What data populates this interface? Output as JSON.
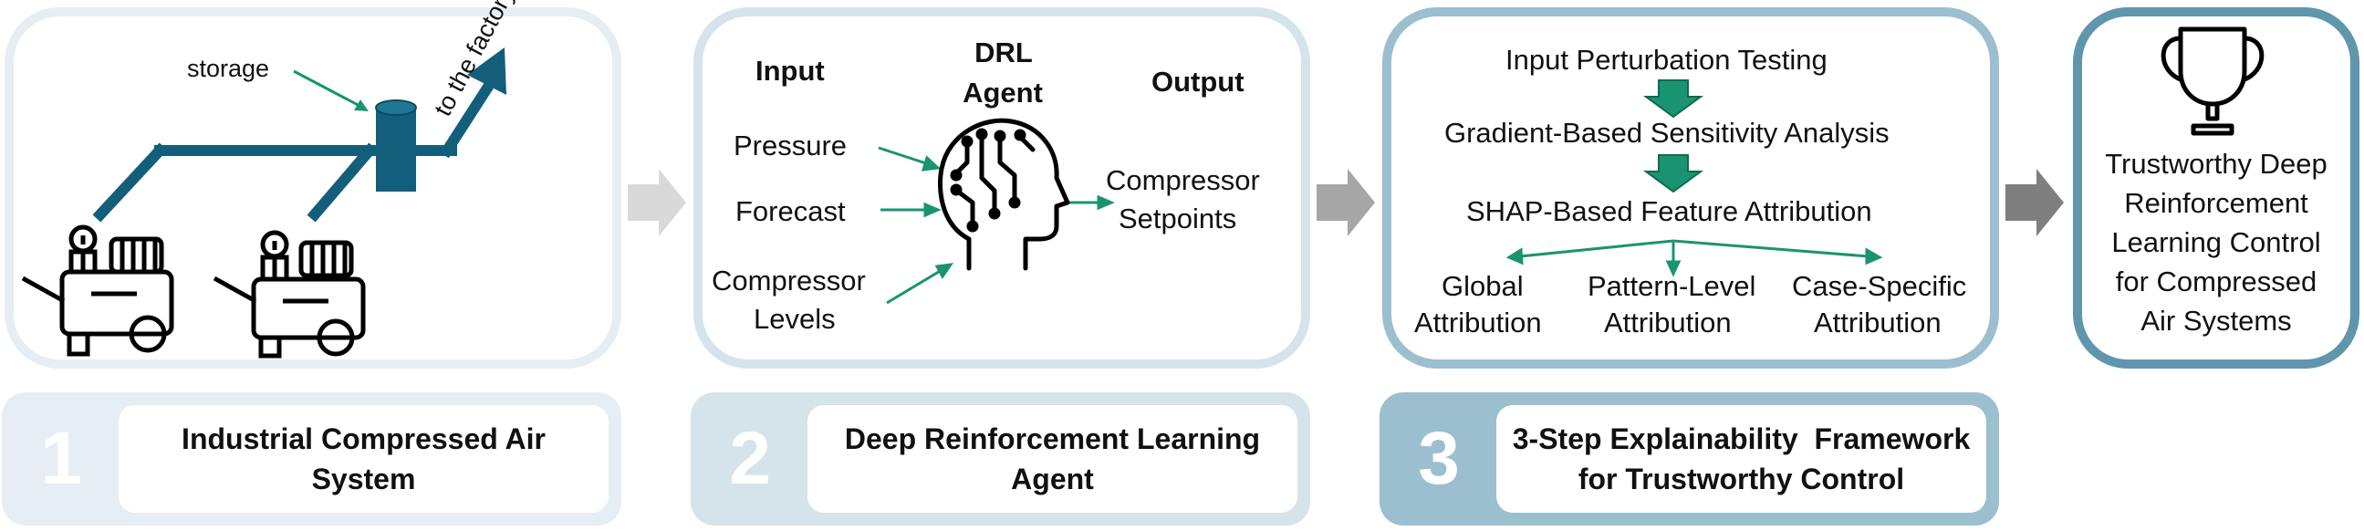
{
  "panel1": {
    "storage_label": "storage",
    "factory_label": "to the factory"
  },
  "panel2": {
    "input_header": "Input",
    "agent_header_line1": "DRL",
    "agent_header_line2": "Agent",
    "output_header": "Output",
    "inputs": [
      "Pressure",
      "Forecast",
      "Compressor",
      "Levels"
    ],
    "outputs": [
      "Compressor",
      "Setpoints"
    ]
  },
  "panel3": {
    "step1": "Input Perturbation Testing",
    "step2": "Gradient-Based Sensitivity Analysis",
    "step3": "SHAP-Based Feature Attribution",
    "branches": [
      {
        "line1": "Global",
        "line2": "Attribution"
      },
      {
        "line1": "Pattern-Level",
        "line2": "Attribution"
      },
      {
        "line1": "Case-Specific",
        "line2": "Attribution"
      }
    ]
  },
  "panel4": {
    "lines": [
      "Trustworthy Deep",
      "Reinforcement",
      "Learning Control",
      "for Compressed",
      "Air Systems"
    ]
  },
  "bands": [
    {
      "number": "1",
      "line1": "Industrial Compressed Air",
      "line2": "System"
    },
    {
      "number": "2",
      "line1": "Deep Reinforcement Learning",
      "line2": "Agent"
    },
    {
      "number": "3",
      "line1": "3-Step Explainability  Framework",
      "line2": "for Trustworthy Control"
    }
  ],
  "colors": {
    "pipe": "#135f7b",
    "green": "#1a9470",
    "arrow_light": "#d9d9d9",
    "arrow_mid": "#a6a6a6",
    "arrow_dark": "#7f7f7f"
  }
}
